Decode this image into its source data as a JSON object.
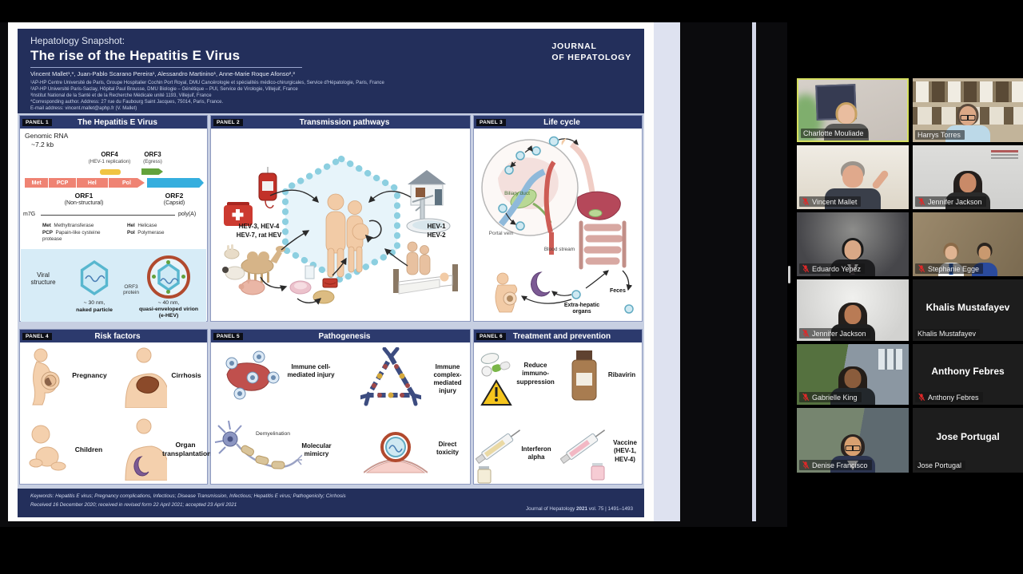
{
  "poster": {
    "header": {
      "kicker": "Hepatology Snapshot:",
      "title": "The rise of the Hepatitis E Virus",
      "authors": "Vincent Mallet¹,*, Juan-Pablo Scarano Pereira¹, Alessandro Martinino¹, Anne-Marie Roque Afonso²,³",
      "affil1": "¹AP-HP Centre Université de Paris, Groupe Hospitalier Cochin Port Royal, DMU Cancérologie et spécialités médico-chirurgicales, Service d'Hépatologie, Paris, France",
      "affil2": "²AP-HP Université Paris-Saclay, Hôpital Paul Brousse, DMU Biologie – Génétique – PUI, Service de Virologie, Villejuif, France",
      "affil3": "³Institut National de la Santé et de la Recherche Médicale unité 1193, Villejuif, France",
      "affil4": "*Corresponding author. Address: 27 rue du Faubourg Saint Jacques, 75014, Paris, France.",
      "affil5": "E-mail address: vincent.mallet@aphp.fr (V. Mallet)",
      "journal1": "JOURNAL",
      "journal2": "OF HEPATOLOGY"
    },
    "panel1": {
      "badge": "PANEL 1",
      "title": "The Hepatitis E Virus",
      "genomic": "Genomic RNA",
      "size": "~7.2 kb",
      "orf4": "ORF4",
      "orf4_sub": "(HEV-1 replication)",
      "orf3": "ORF3",
      "orf3_sub": "(Egress)",
      "segments": [
        "Met",
        "PCP",
        "Hel",
        "Pol"
      ],
      "orf1": "ORF1",
      "orf1_sub": "(Non-structural)",
      "orf2": "ORF2",
      "orf2_sub": "(Capsid)",
      "cap": "m7G",
      "polya": "poly(A)",
      "legend": [
        {
          "abbr": "Met",
          "def": "Methyltransferase"
        },
        {
          "abbr": "PCP",
          "def": "Papain-like cysteine protease"
        },
        {
          "abbr": "Hel",
          "def": "Helicase"
        },
        {
          "abbr": "Pol",
          "def": "Polymerase"
        }
      ],
      "viral_structure": "Viral structure",
      "naked_size": "~ 30 nm,",
      "naked_name": "naked particle",
      "orf3_protein": "ORF3 protein",
      "quasi_size": "~ 40 nm,",
      "quasi_name": "quasi-enveloped virion (e-HEV)"
    },
    "panel2": {
      "badge": "PANEL 2",
      "title": "Transmission pathways",
      "left_hev_1": "HEV-3, HEV-4",
      "left_hev_2": "HEV-7, rat HEV",
      "right_hev_1": "HEV-1",
      "right_hev_2": "HEV-2"
    },
    "panel3": {
      "badge": "PANEL 3",
      "title": "Life cycle",
      "biliary": "Biliary duct",
      "portal": "Portal vein",
      "blood": "Blood stream",
      "extra": "Extra-hepatic organs",
      "feces": "Feces"
    },
    "panel4": {
      "badge": "PANEL 4",
      "title": "Risk factors",
      "items": [
        "Pregnancy",
        "Cirrhosis",
        "Children",
        "Organ transplantation"
      ]
    },
    "panel5": {
      "badge": "PANEL 5",
      "title": "Pathogenesis",
      "items": [
        "Immune cell-mediated injury",
        "Immune complex-mediated injury",
        "Molecular mimicry",
        "Direct toxicity"
      ],
      "demyelination": "Demyelination"
    },
    "panel6": {
      "badge": "PANEL 6",
      "title": "Treatment and prevention",
      "items": [
        "Reduce immuno-suppression",
        "Ribavirin",
        "Interferon alpha",
        "Vaccine (HEV-1, HEV-4)"
      ]
    },
    "footer": {
      "keywords": "Keywords: Hepatitis E virus; Pregnancy complications, Infectious; Disease Transmission, Infectious; Hepatitis E virus; Pathogenicity; Cirrhosis",
      "received": "Received 16 December 2020; received in revised form 22 April 2021; accepted 23 April 2021",
      "citation_journal": "Journal of Hepatology",
      "citation_year": "2021",
      "citation_rest": "vol. 75 | 1491–1493"
    }
  },
  "meeting": {
    "participants": [
      {
        "name": "Charlotte Mouliade",
        "muted": false,
        "active_speaker": true
      },
      {
        "name": "Harrys Torres",
        "muted": false
      },
      {
        "name": "Vincent Mallet",
        "muted": true
      },
      {
        "name": "Jennifer Jackson",
        "muted": true
      },
      {
        "name": "Eduardo Yepez",
        "muted": true
      },
      {
        "name": "Stephanie Egge",
        "muted": true
      },
      {
        "name": "Jennifer Jackson",
        "muted": true
      },
      {
        "name": "Khalis Mustafayev",
        "muted": false,
        "no_video": true
      },
      {
        "name": "Gabrielle King",
        "muted": true
      },
      {
        "name": "Anthony Febres",
        "muted": true,
        "no_video": true
      },
      {
        "name": "Denise Francisco",
        "muted": true
      },
      {
        "name": "Jose Portugal",
        "muted": false,
        "no_video": true
      }
    ],
    "colors": {
      "active_speaker_border": "#d5df5f",
      "muted_mic_red": "#e02828"
    }
  },
  "colors": {
    "poster_navy": "#232f5b",
    "panel_header_navy": "#2c3a6d",
    "poster_body_bg": "#c7cfe2",
    "orf1_bar": "#ef8373",
    "orf2_bar": "#35aede",
    "orf4_bar": "#f0c443",
    "orf3_bar": "#63a23c"
  }
}
